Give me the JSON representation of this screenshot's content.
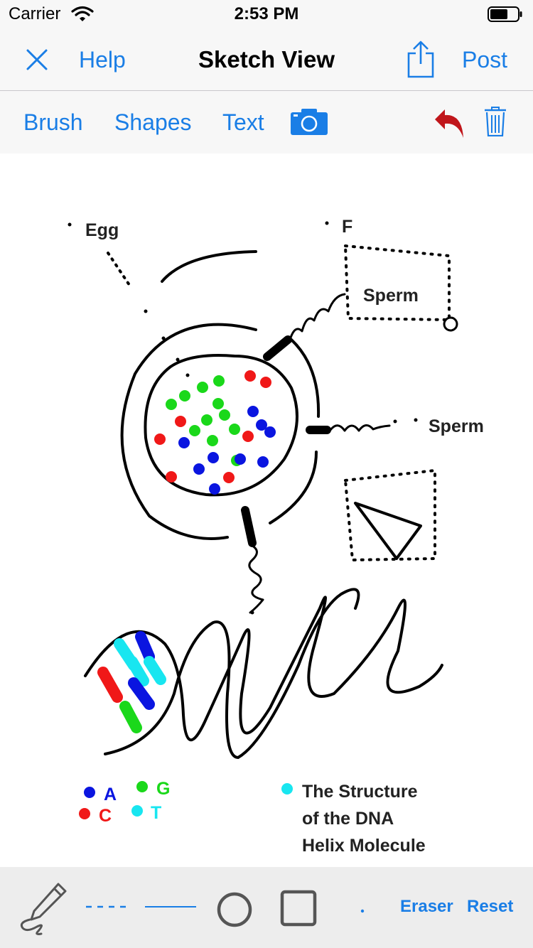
{
  "status_bar": {
    "carrier": "Carrier",
    "time": "2:53 PM"
  },
  "nav": {
    "close_icon": "close-icon",
    "help_label": "Help",
    "title": "Sketch View",
    "share_icon": "share-icon",
    "post_label": "Post"
  },
  "toolbar": {
    "brush_label": "Brush",
    "shapes_label": "Shapes",
    "text_label": "Text",
    "camera_icon": "camera-icon",
    "undo_icon": "undo-icon",
    "trash_icon": "trash-icon"
  },
  "canvas": {
    "label_egg": "Egg",
    "label_f": "F",
    "label_sperm_1": "Sperm",
    "label_sperm_2": "Sperm",
    "legend": {
      "a": "A",
      "g": "G",
      "c": "C",
      "t": "T"
    },
    "caption_line_1": "The Structure",
    "caption_line_2": "of the DNA",
    "caption_line_3": "Helix Molecule"
  },
  "bottom": {
    "pencil_icon": "pencil-icon",
    "dashed_line_icon": "dashed-line-icon",
    "solid_line_icon": "solid-line-icon",
    "circle_icon": "circle-icon",
    "square_icon": "square-icon",
    "dot_icon": "dot-icon",
    "eraser_label": "Eraser",
    "reset_label": "Reset"
  },
  "colors": {
    "accent": "#1a7ee6",
    "undo": "#c0161b",
    "dna_a": "#0a15e0",
    "dna_c": "#f01818",
    "dna_g": "#1ad81a",
    "dna_t": "#18e6f0"
  }
}
